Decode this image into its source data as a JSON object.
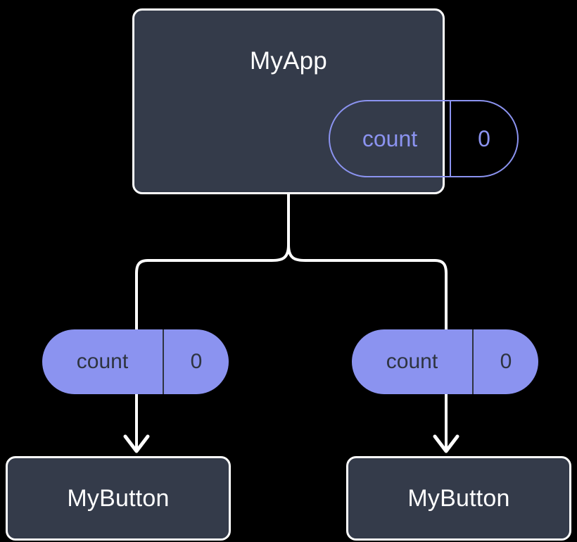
{
  "diagram": {
    "title": "MyApp",
    "type": "component-state-tree",
    "background_color": "#000000",
    "node_fill_color": "#343b4a",
    "node_border_color": "#ffffff",
    "state_accent_color": "#8b93f0",
    "edge_color": "#ffffff",
    "root": {
      "label": "MyApp",
      "state": {
        "key": "count",
        "value": "0"
      }
    },
    "branches": [
      {
        "side": "left",
        "prop": {
          "key": "count",
          "value": "0"
        },
        "child": {
          "label": "MyButton"
        }
      },
      {
        "side": "right",
        "prop": {
          "key": "count",
          "value": "0"
        },
        "child": {
          "label": "MyButton"
        }
      }
    ]
  }
}
